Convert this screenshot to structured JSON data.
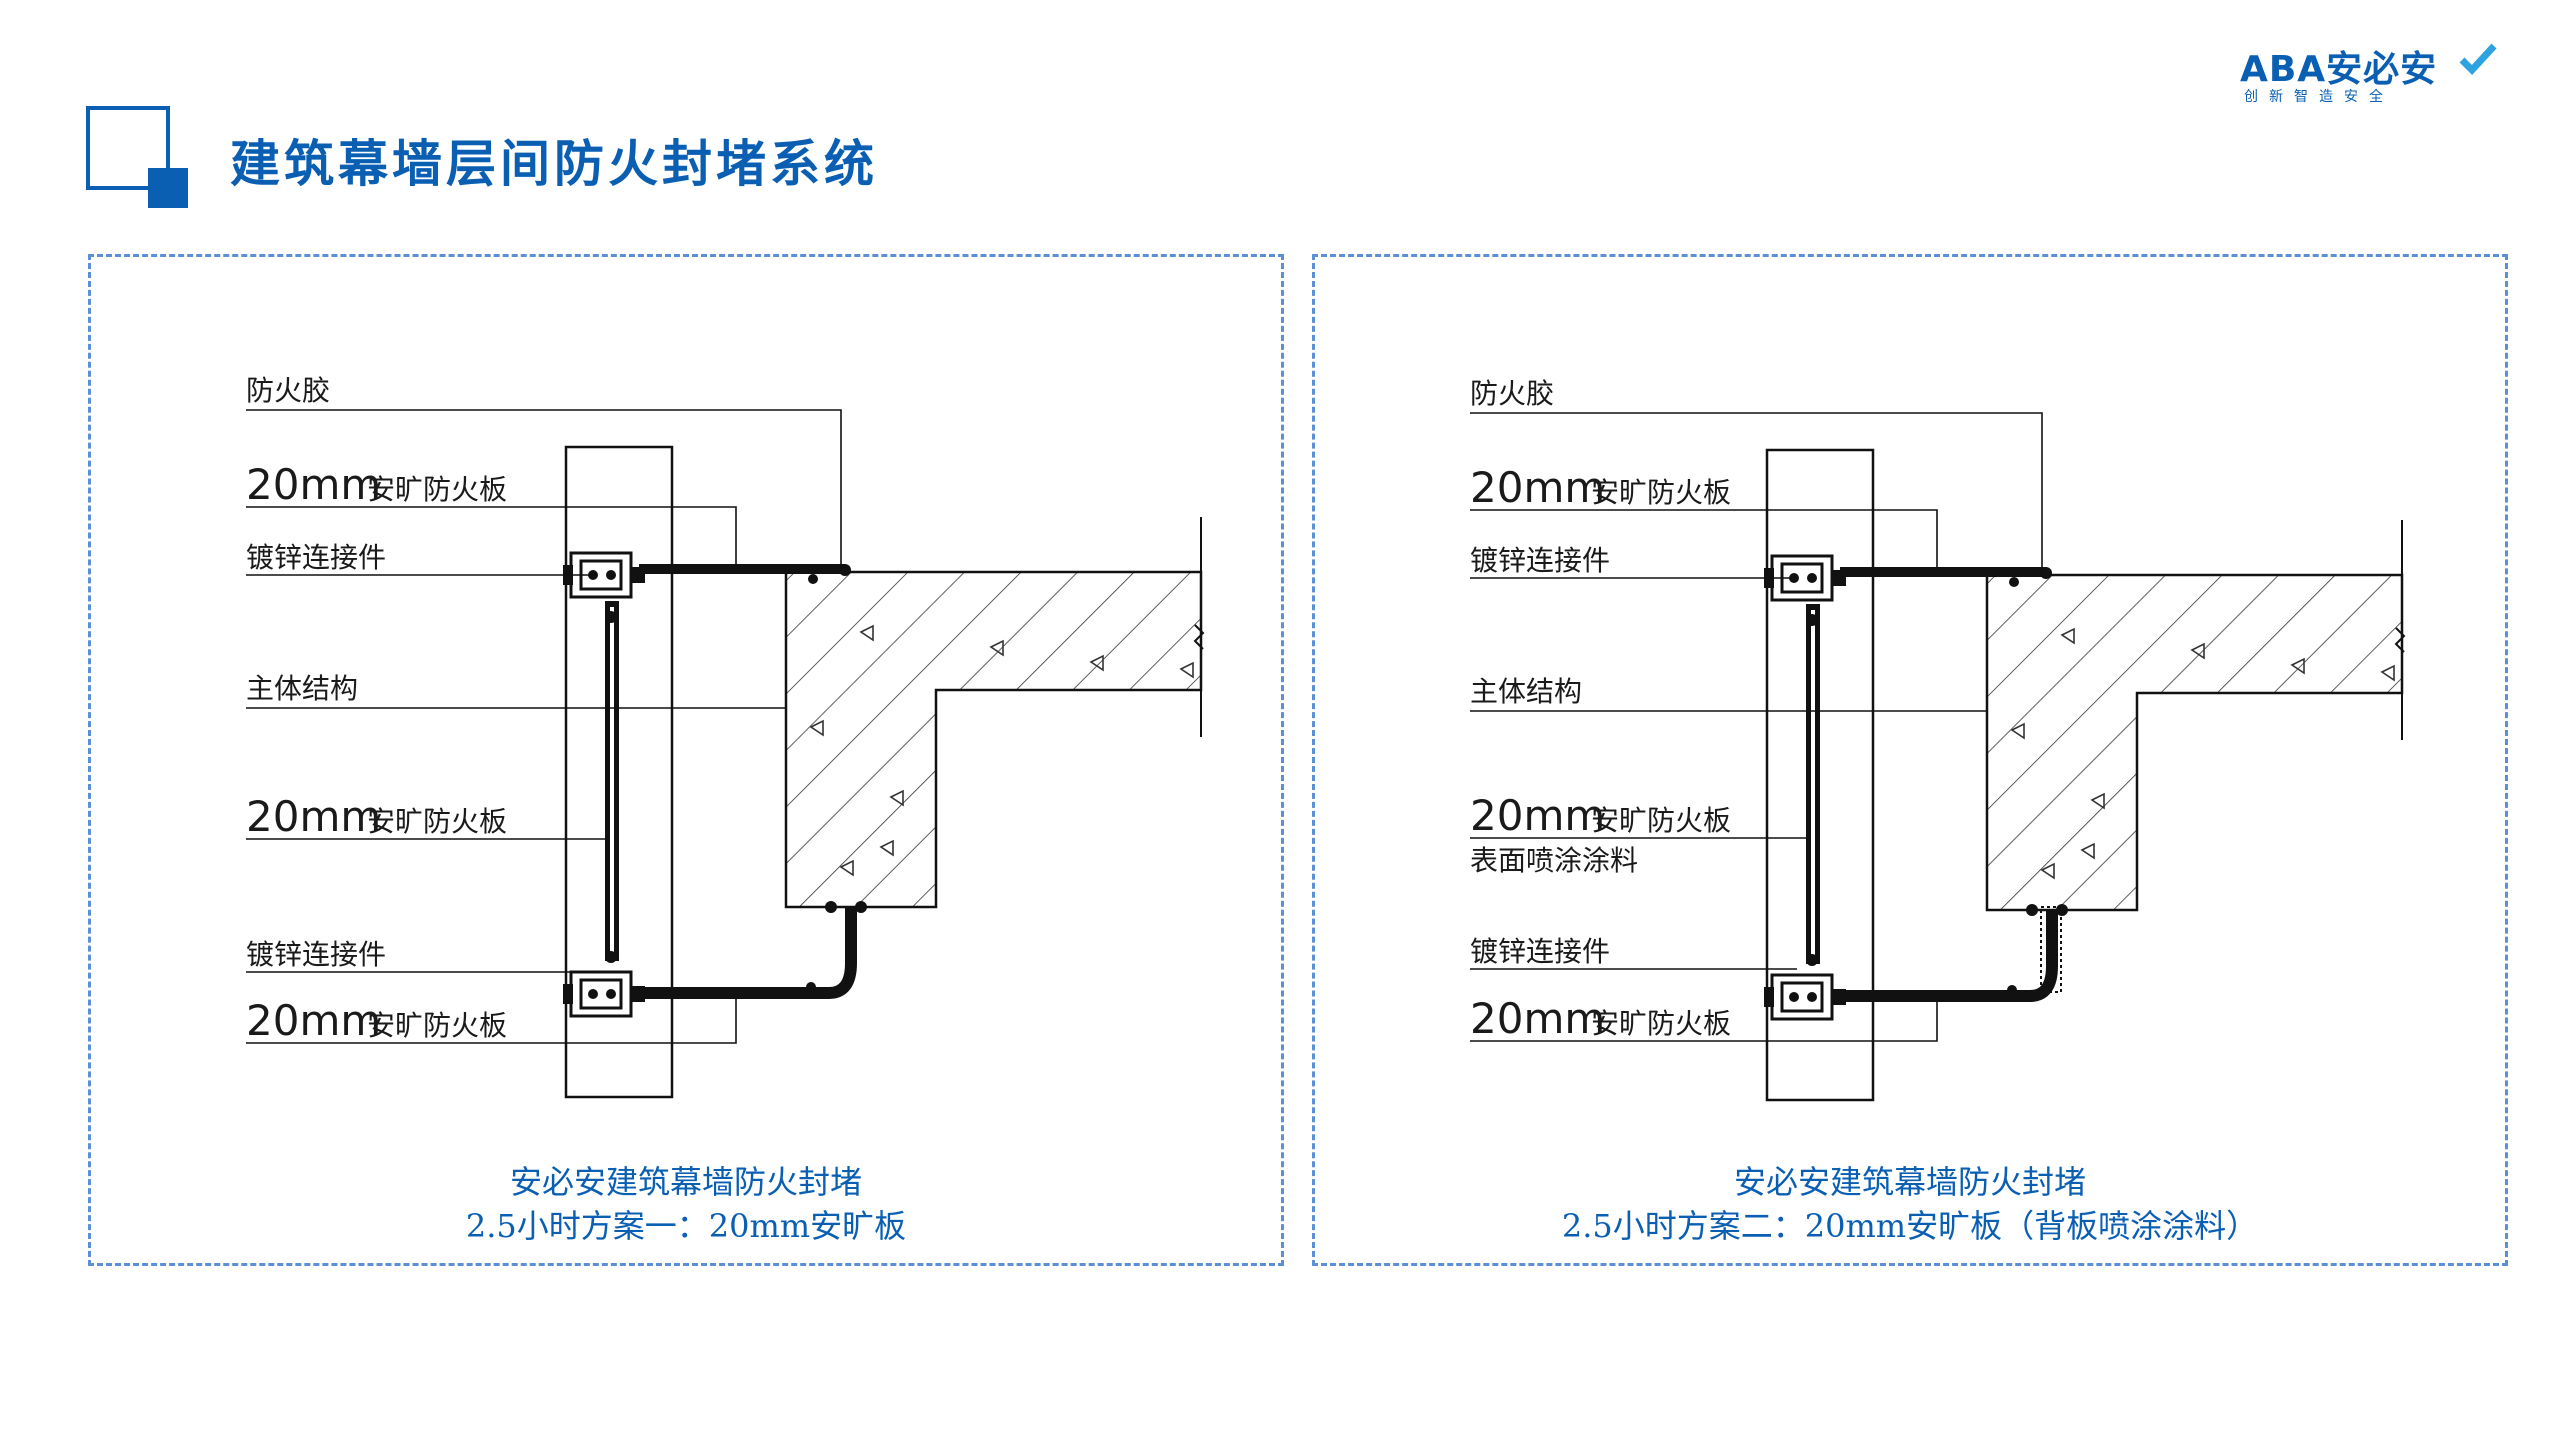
{
  "header": {
    "title": "建筑幕墙层间防火封堵系统"
  },
  "logo": {
    "brand": "ABA安必安",
    "slogan": "创新智造安全"
  },
  "colors": {
    "accent": "#0a5fb3",
    "panel_border": "#5b8fd6"
  },
  "panels": [
    {
      "labels": {
        "fire_glue": "防火胶",
        "board_top_size": "20mm",
        "board_top_name": "安旷防火板",
        "connector_top": "镀锌连接件",
        "main_structure": "主体结构",
        "board_mid_size": "20mm",
        "board_mid_name": "安旷防火板",
        "connector_bottom": "镀锌连接件",
        "board_bottom_size": "20mm",
        "board_bottom_name": "安旷防火板"
      },
      "caption_line1": "安必安建筑幕墙防火封堵",
      "caption_line2": "2.5小时方案一：20mm安旷板"
    },
    {
      "labels": {
        "fire_glue": "防火胶",
        "board_top_size": "20mm",
        "board_top_name": "安旷防火板",
        "connector_top": "镀锌连接件",
        "main_structure": "主体结构",
        "board_mid_size": "20mm",
        "board_mid_name": "安旷防火板",
        "coating": "表面喷涂涂料",
        "connector_bottom": "镀锌连接件",
        "board_bottom_size": "20mm",
        "board_bottom_name": "安旷防火板"
      },
      "caption_line1": "安必安建筑幕墙防火封堵",
      "caption_line2": "2.5小时方案二：20mm安旷板（背板喷涂涂料）"
    }
  ]
}
